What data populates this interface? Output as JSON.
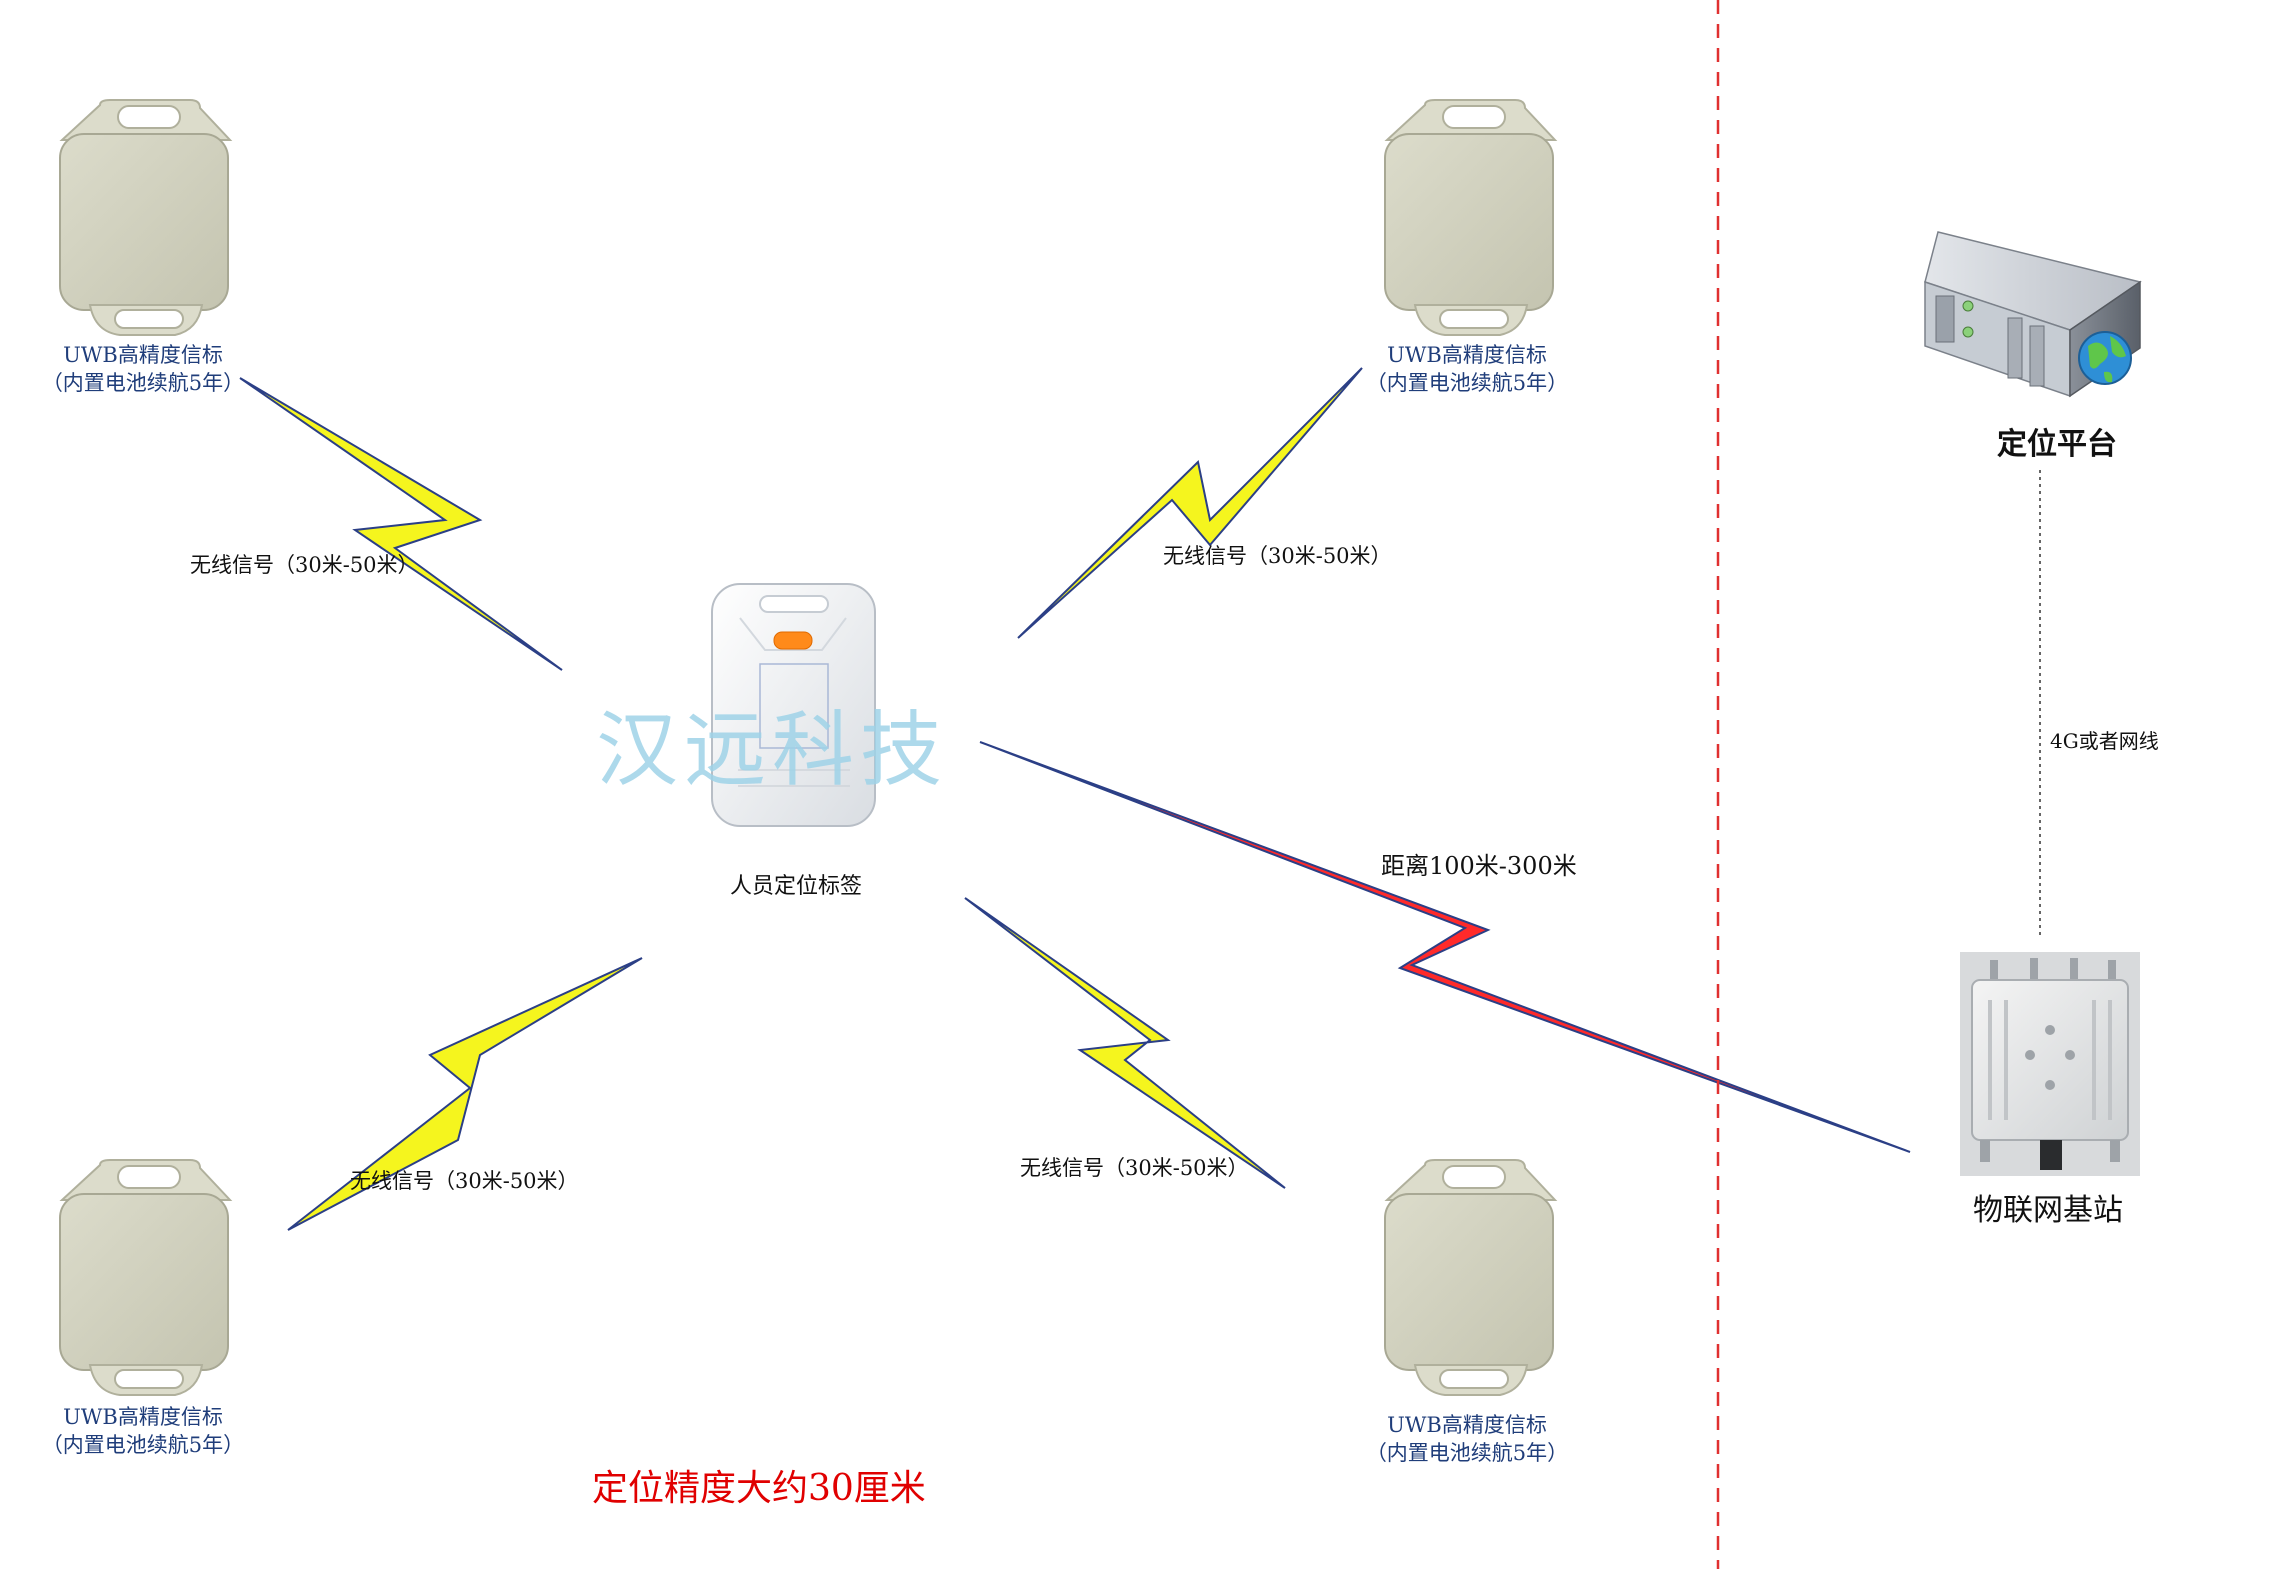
{
  "beacons": [
    {
      "line1": "UWB高精度信标",
      "line2": "（内置电池续航5年）"
    },
    {
      "line1": "UWB高精度信标",
      "line2": "（内置电池续航5年）"
    },
    {
      "line1": "UWB高精度信标",
      "line2": "（内置电池续航5年）"
    },
    {
      "line1": "UWB高精度信标",
      "line2": "（内置电池续航5年）"
    }
  ],
  "signals": [
    "无线信号（30米-50米）",
    "无线信号（30米-50米）",
    "无线信号（30米-50米）",
    "无线信号（30米-50米）"
  ],
  "tag": {
    "label": "人员定位标签"
  },
  "watermark": "汉远科技",
  "long_link": {
    "label": "距离100米-300米"
  },
  "platform": {
    "label": "定位平台"
  },
  "uplink": {
    "label": "4G或者网线"
  },
  "base_station": {
    "label": "物联网基站"
  },
  "accuracy_note": "定位精度大约30厘米",
  "colors": {
    "signal_yellow": "#f5f51e",
    "link_red": "#ff2a2a",
    "divider": "#e03030",
    "outline": "#2b3f86"
  }
}
